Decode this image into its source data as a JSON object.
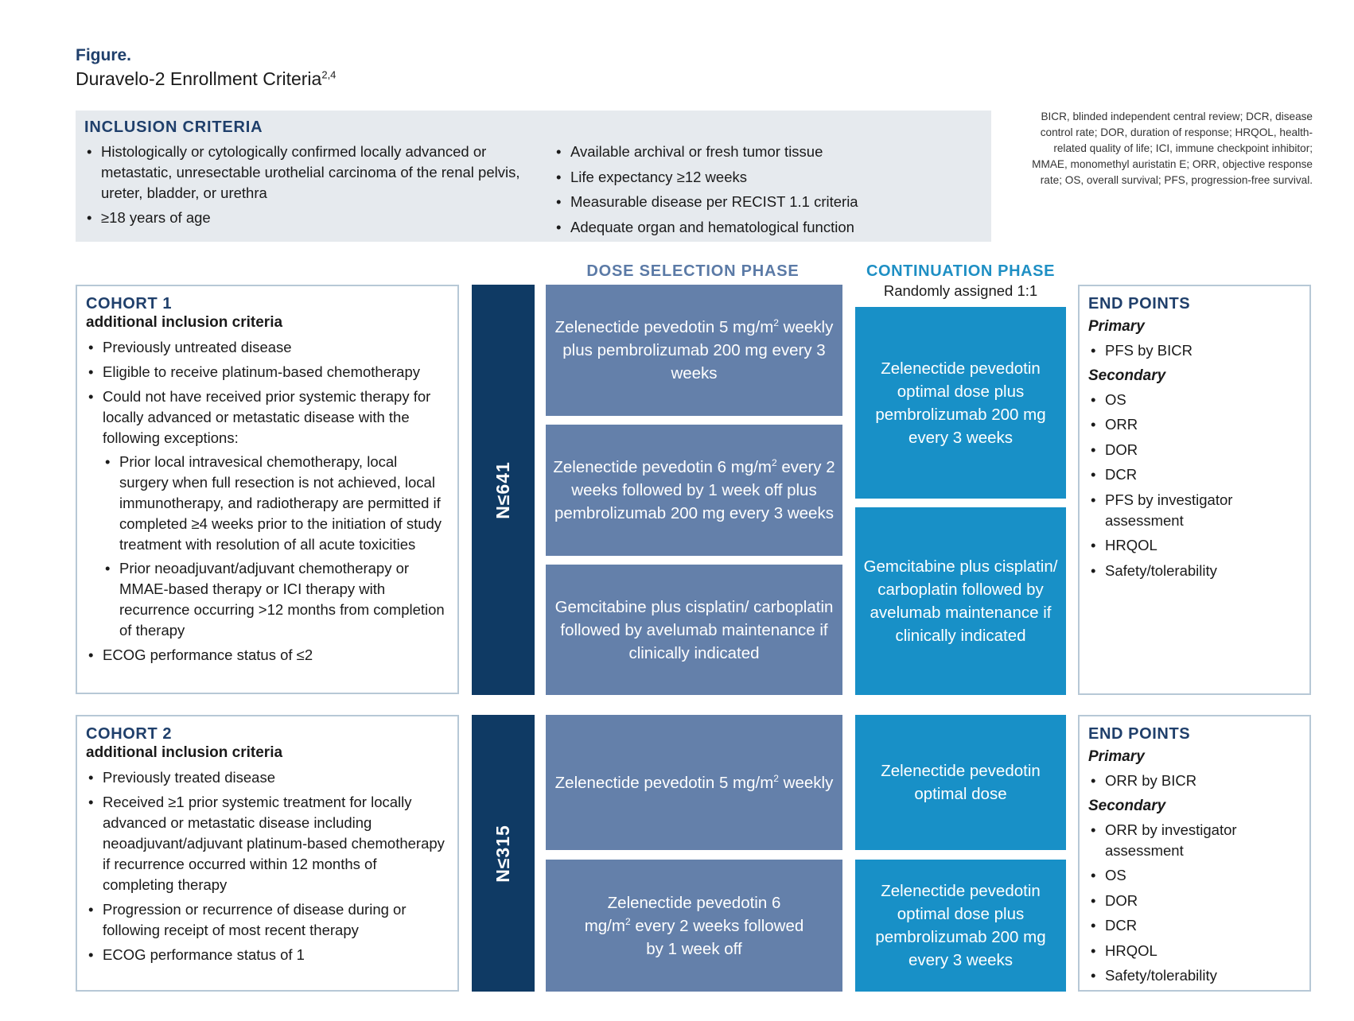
{
  "figure": {
    "label": "Figure.",
    "title": "Duravelo-2 Enrollment Criteria",
    "title_sup": "2,4"
  },
  "inclusion": {
    "title": "INCLUSION CRITERIA",
    "col1": [
      "Histologically or cytologically confirmed locally advanced or metastatic, unresectable urothelial carcinoma of the renal pelvis, ureter, bladder, or urethra",
      "≥18 years of age"
    ],
    "col2": [
      "Available archival or fresh tumor tissue",
      "Life expectancy ≥12 weeks",
      "Measurable disease per RECIST 1.1 criteria",
      "Adequate organ and hematological function"
    ]
  },
  "abbreviations": "BICR, blinded independent central review; DCR, disease control rate; DOR, duration of response; HRQOL, health-related quality of life; ICI, immune checkpoint inhibitor; MMAE, monomethyl auristatin E; ORR, objective response rate; OS, overall survival; PFS, progression-free survival.",
  "phases": {
    "dose": "DOSE SELECTION PHASE",
    "continuation": "CONTINUATION PHASE",
    "random": "Randomly assigned 1:1"
  },
  "cohort1": {
    "title": "COHORT 1",
    "subtitle": "additional inclusion criteria",
    "items": [
      "Previously untreated disease",
      "Eligible to receive platinum-based chemotherapy",
      "Could not have received prior systemic therapy for locally advanced or metastatic disease with the following exceptions:"
    ],
    "subitems": [
      "Prior local intravesical chemotherapy, local surgery when full resection is not achieved, local immunotherapy, and radiotherapy are permitted if completed ≥4 weeks prior to the initiation of study treatment with resolution of all acute toxicities",
      "Prior neoadjuvant/adjuvant chemotherapy or MMAE-based therapy or ICI therapy with recurrence occurring >12 months from completion of therapy"
    ],
    "last": "ECOG performance status of ≤2",
    "n": "N≤641",
    "dose": [
      {
        "a": "Zelenectide pevedotin 5 mg/m",
        "sup": "2",
        "b": " weekly plus pembrolizumab 200 mg every 3 weeks"
      },
      {
        "a": "Zelenectide pevedotin 6 mg/m",
        "sup": "2",
        "b": " every 2 weeks followed by 1 week off plus pembrolizumab 200 mg every 3 weeks"
      },
      {
        "a": "Gemcitabine plus cisplatin/ carboplatin followed by avelumab maintenance if clinically indicated",
        "sup": "",
        "b": ""
      }
    ],
    "continuation": [
      "Zelenectide pevedotin optimal dose plus pembrolizumab 200 mg every 3 weeks",
      "Gemcitabine plus cisplatin/ carboplatin followed by avelumab maintenance if clinically indicated"
    ],
    "endpoints": {
      "title": "END POINTS",
      "primary_label": "Primary",
      "primary": [
        "PFS by BICR"
      ],
      "secondary_label": "Secondary",
      "secondary": [
        "OS",
        "ORR",
        "DOR",
        "DCR",
        "PFS by investigator assessment",
        "HRQOL",
        "Safety/tolerability"
      ]
    }
  },
  "cohort2": {
    "title": "COHORT 2",
    "subtitle": "additional inclusion criteria",
    "items": [
      "Previously treated disease",
      "Received ≥1 prior systemic treatment for locally advanced or metastatic disease including neoadjuvant/adjuvant platinum-based chemotherapy if recurrence occurred within 12 months of completing therapy",
      "Progression or recurrence of disease during or following receipt of most recent therapy",
      "ECOG performance status of 1"
    ],
    "n": "N≤315",
    "dose": [
      {
        "a": "Zelenectide pevedotin 5 mg/m",
        "sup": "2",
        "b": " weekly"
      },
      {
        "a": "Zelenectide pevedotin 6 mg/m",
        "sup": "2",
        "b": " every 2 weeks followed by 1 week off"
      }
    ],
    "continuation": [
      "Zelenectide pevedotin optimal dose",
      "Zelenectide pevedotin optimal dose plus pembrolizumab 200 mg every 3 weeks"
    ],
    "endpoints": {
      "title": "END POINTS",
      "primary_label": "Primary",
      "primary": [
        "ORR by BICR"
      ],
      "secondary_label": "Secondary",
      "secondary": [
        "ORR by investigator assessment",
        "OS",
        "DOR",
        "DCR",
        "HRQOL",
        "Safety/tolerability"
      ]
    }
  }
}
